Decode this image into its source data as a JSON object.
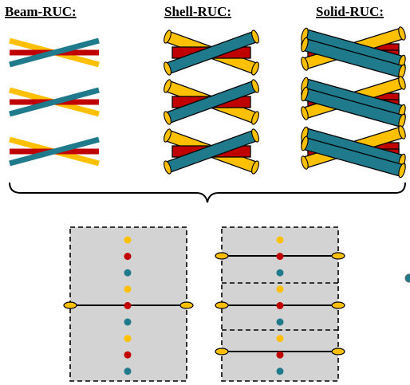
{
  "titles": {
    "beam": "Beam-RUC:",
    "shell": "Shell-RUC:",
    "solid": "Solid-RUC:"
  },
  "colors": {
    "yellow": "#FFC000",
    "red": "#C00000",
    "teal": "#1F7A8C",
    "cell_fill": "#D3D3D3",
    "stroke": "#000000"
  },
  "diagram": {
    "beam_ruc_units": 3,
    "shell_ruc_units": 3,
    "solid_ruc_units": 3,
    "left_cell": {
      "border": "dashed",
      "dot_sequence": [
        "yellow",
        "red",
        "teal",
        "yellow",
        "red",
        "teal",
        "yellow",
        "red",
        "teal"
      ],
      "horizontal_beams": 1
    },
    "right_cell": {
      "border": "dashed",
      "sub_cells": 3,
      "dot_sequence": [
        "yellow",
        "red",
        "teal",
        "yellow",
        "red",
        "teal",
        "yellow",
        "red",
        "teal"
      ],
      "horizontal_beams": 3
    }
  }
}
